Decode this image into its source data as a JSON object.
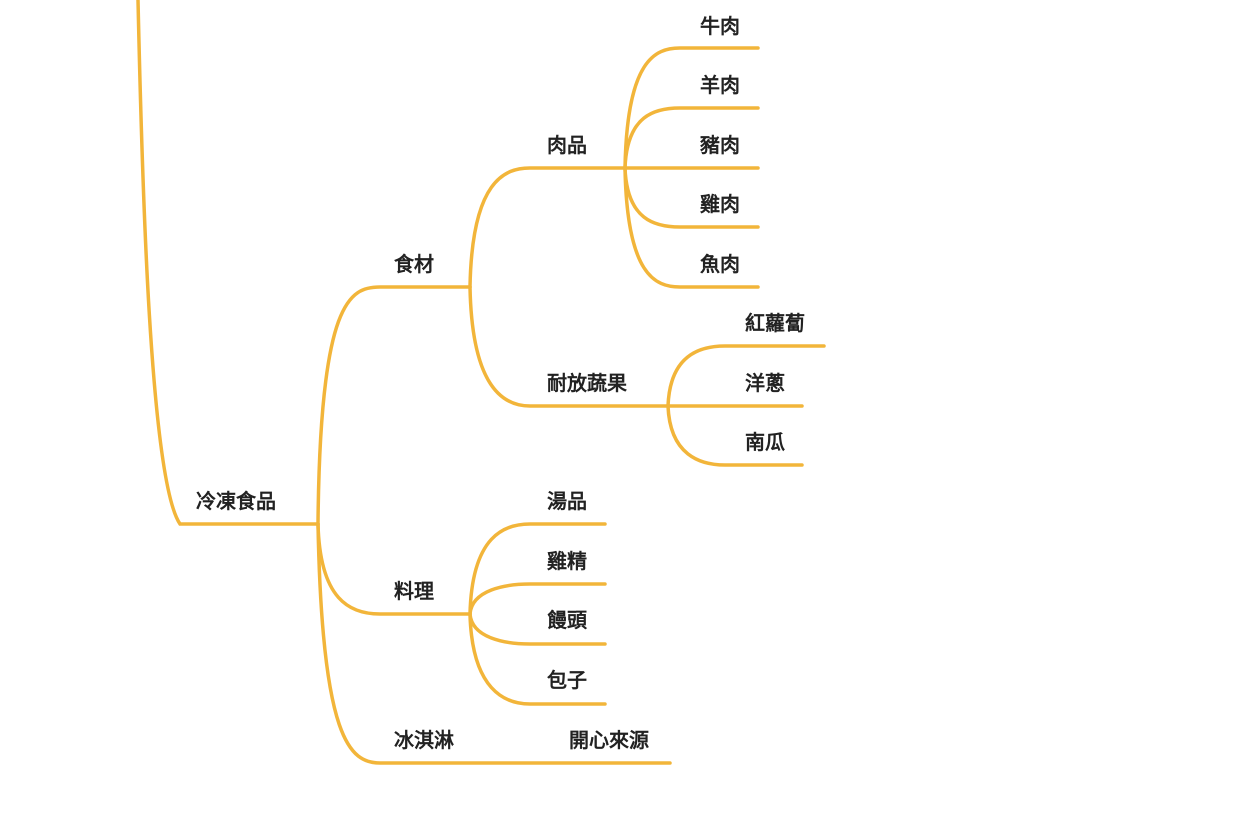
{
  "colors": {
    "branch": "#f2b53a",
    "text": "#222222",
    "background": "#ffffff"
  },
  "mindmap": {
    "root": "冷凍食品",
    "children": [
      {
        "label": "食材",
        "children": [
          {
            "label": "肉品",
            "children": [
              "牛肉",
              "羊肉",
              "豬肉",
              "雞肉",
              "魚肉"
            ]
          },
          {
            "label": "耐放蔬果",
            "children": [
              "紅蘿蔔",
              "洋蔥",
              "南瓜"
            ]
          }
        ]
      },
      {
        "label": "料理",
        "children": [
          "湯品",
          "雞精",
          "饅頭",
          "包子"
        ]
      },
      {
        "label": "冰淇淋",
        "children": [
          "開心來源"
        ]
      }
    ]
  }
}
